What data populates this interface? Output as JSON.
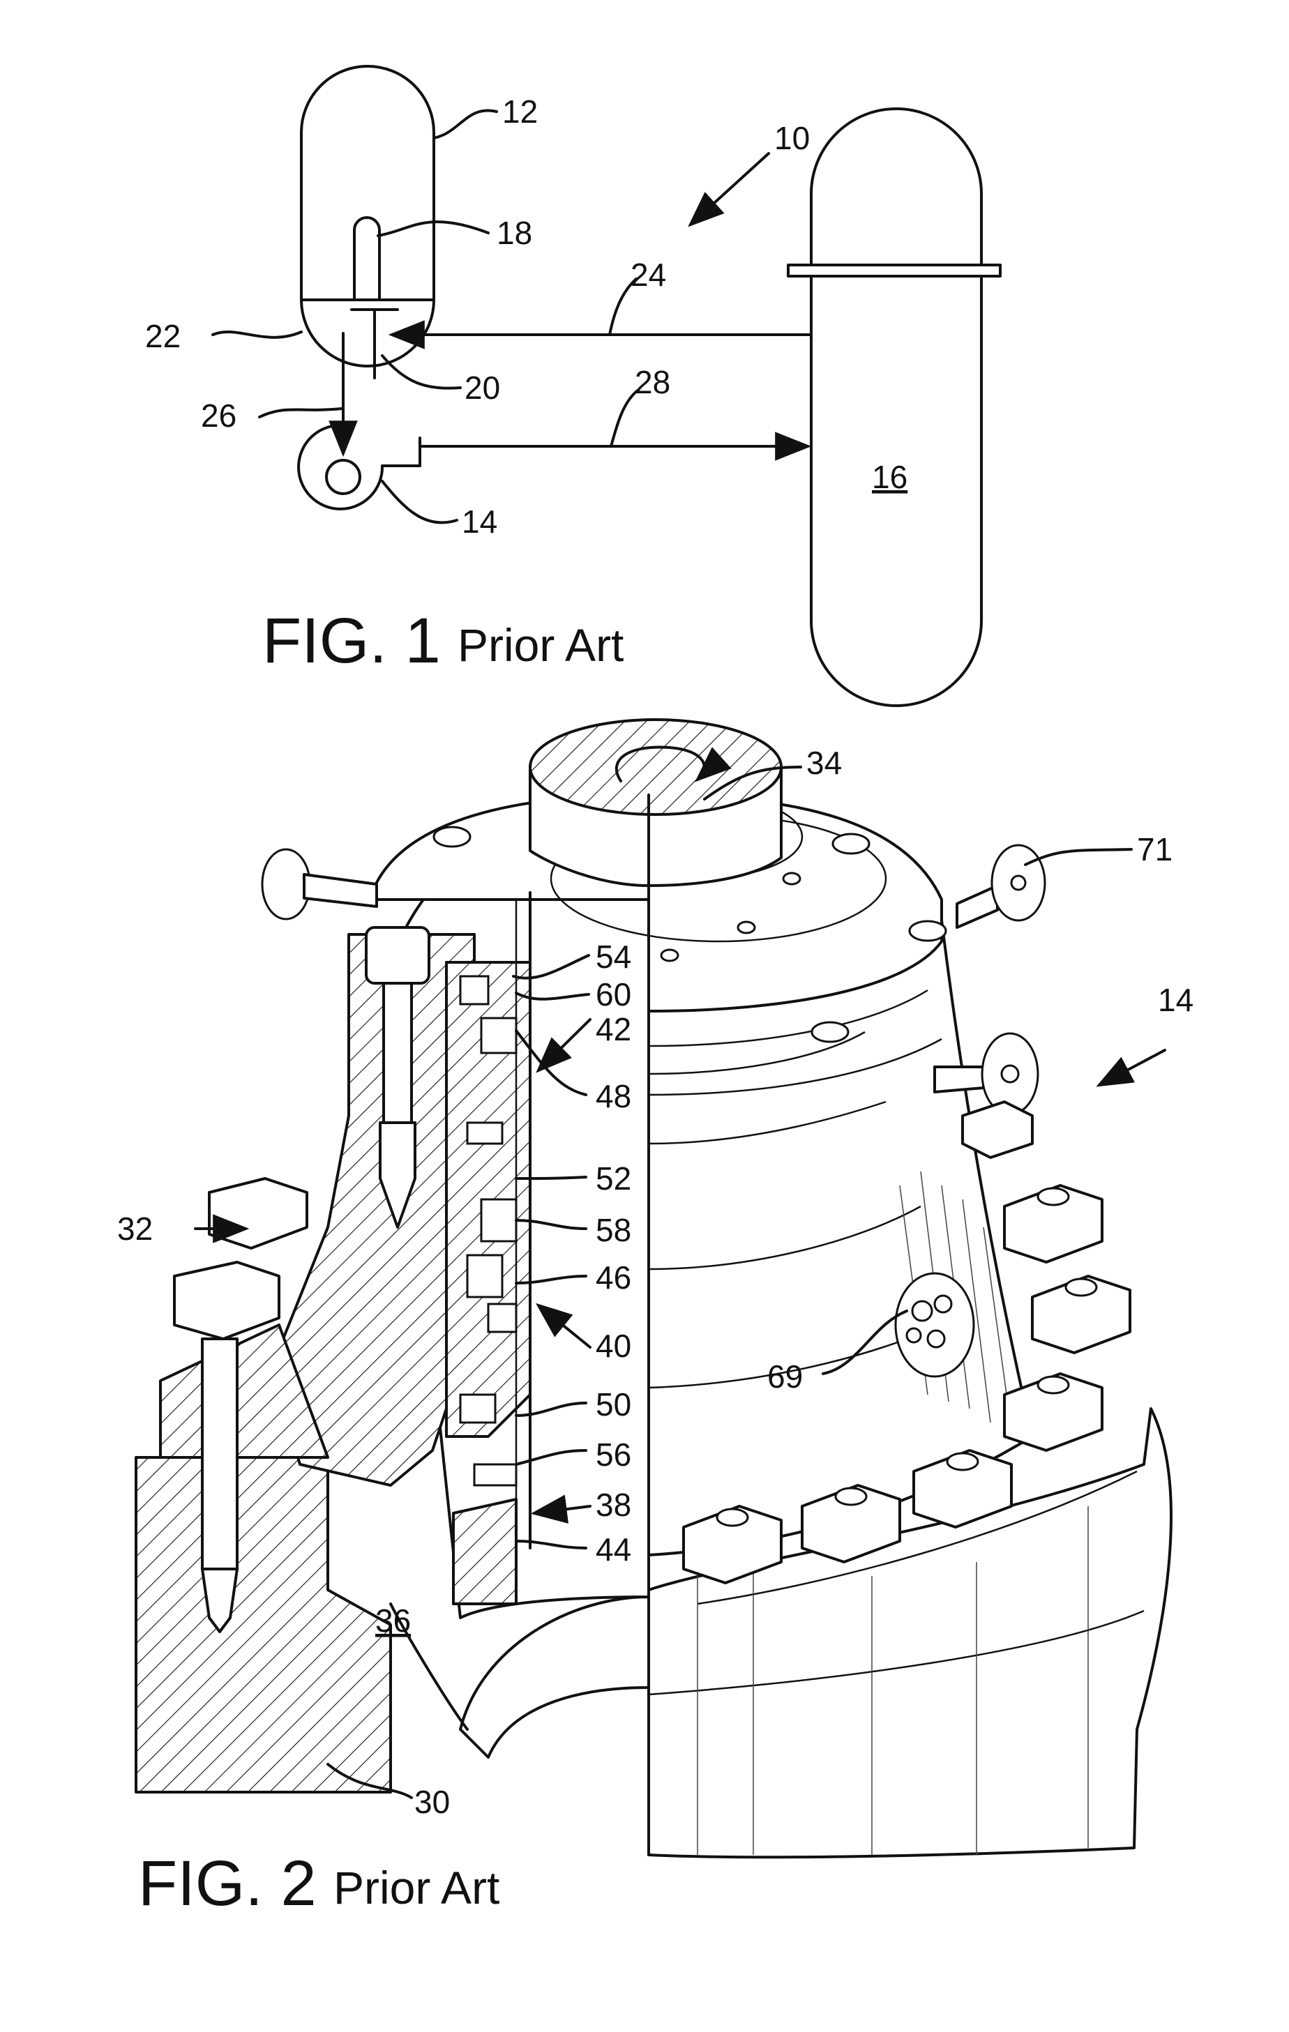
{
  "figure1": {
    "caption_number": "FIG. 1",
    "caption_note": "Prior Art",
    "labels": {
      "system": "10",
      "reactor_vessel": "12",
      "pump": "14",
      "steam_generator": "16",
      "core_18": "18",
      "part_20": "20",
      "part_22": "22",
      "line_24": "24",
      "line_26": "26",
      "line_28": "28"
    }
  },
  "figure2": {
    "caption_number": "FIG. 2",
    "caption_note": "Prior Art",
    "labels": {
      "assembly": "14",
      "housing_30": "30",
      "part_32": "32",
      "shaft": "34",
      "chamber": "36",
      "seal_38": "38",
      "seal_40": "40",
      "seal_42": "42",
      "ring_44": "44",
      "ring_46": "46",
      "ring_48": "48",
      "ring_50": "50",
      "ring_52": "52",
      "ring_54": "54",
      "ring_56": "56",
      "ring_58": "58",
      "ring_60": "60",
      "port_69": "69",
      "port_71": "71"
    }
  }
}
